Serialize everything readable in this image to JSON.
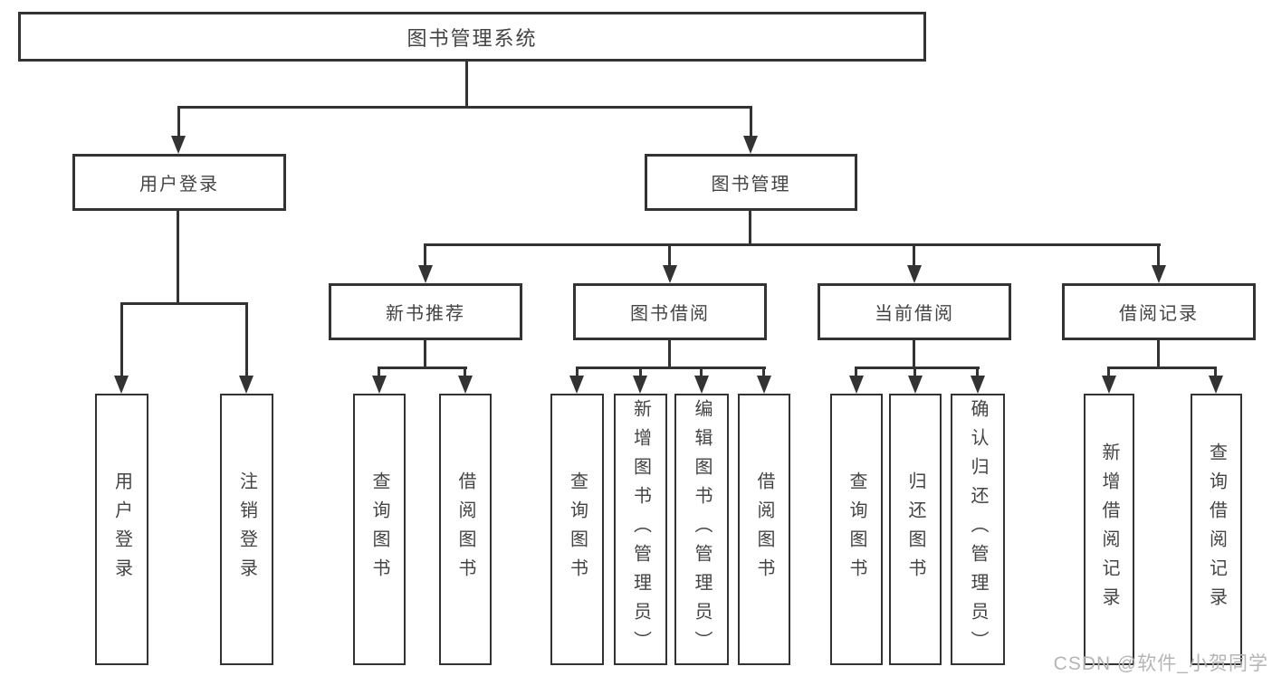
{
  "colors": {
    "line": "#333333",
    "text": "#444444",
    "watermark": "#b5b5b5",
    "background": "#ffffff"
  },
  "tree": {
    "root": {
      "label": "图书管理系统"
    },
    "user_login": {
      "label": "用户登录",
      "children": [
        {
          "label": "用户登录"
        },
        {
          "label": "注销登录"
        }
      ]
    },
    "book_management": {
      "label": "图书管理",
      "groups": [
        {
          "label": "新书推荐",
          "children": [
            {
              "label": "查询图书"
            },
            {
              "label": "借阅图书"
            }
          ]
        },
        {
          "label": "图书借阅",
          "children": [
            {
              "label": "查询图书"
            },
            {
              "label": "新增图书（管理员）"
            },
            {
              "label": "编辑图书（管理员）"
            },
            {
              "label": "借阅图书"
            }
          ]
        },
        {
          "label": "当前借阅",
          "children": [
            {
              "label": "查询图书"
            },
            {
              "label": "归还图书"
            },
            {
              "label": "确认归还（管理员）"
            }
          ]
        },
        {
          "label": "借阅记录",
          "children": [
            {
              "label": "新增借阅记录"
            },
            {
              "label": "查询借阅记录"
            }
          ]
        }
      ]
    }
  },
  "watermark": {
    "text": "CSDN @软件_小贺同学"
  }
}
